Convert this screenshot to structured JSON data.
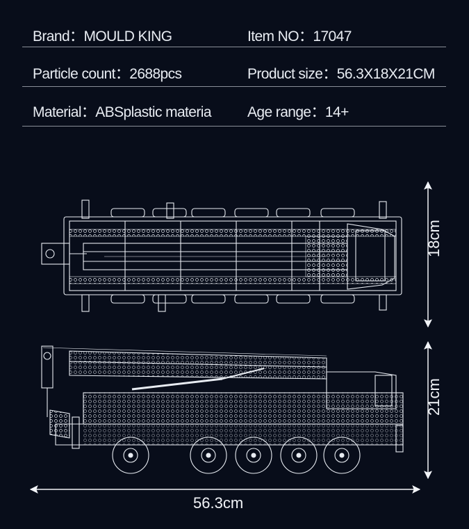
{
  "specs": {
    "brand_label": "Brand：",
    "brand_value": "MOULD KING",
    "item_label": "Item NO：",
    "item_value": "17047",
    "particle_label": "Particle count：",
    "particle_value": "2688pcs",
    "size_label": "Product size：",
    "size_value": "56.3X18X21CM",
    "material_label": "Material：",
    "material_value": "ABSplastic materia",
    "age_label": "Age range：",
    "age_value": "14+"
  },
  "dimensions": {
    "length": "56.3cm",
    "width": "18cm",
    "height": "21cm"
  },
  "colors": {
    "background": "#080d1a",
    "line": "#e8ecf2",
    "rule": "#8a8f99"
  }
}
